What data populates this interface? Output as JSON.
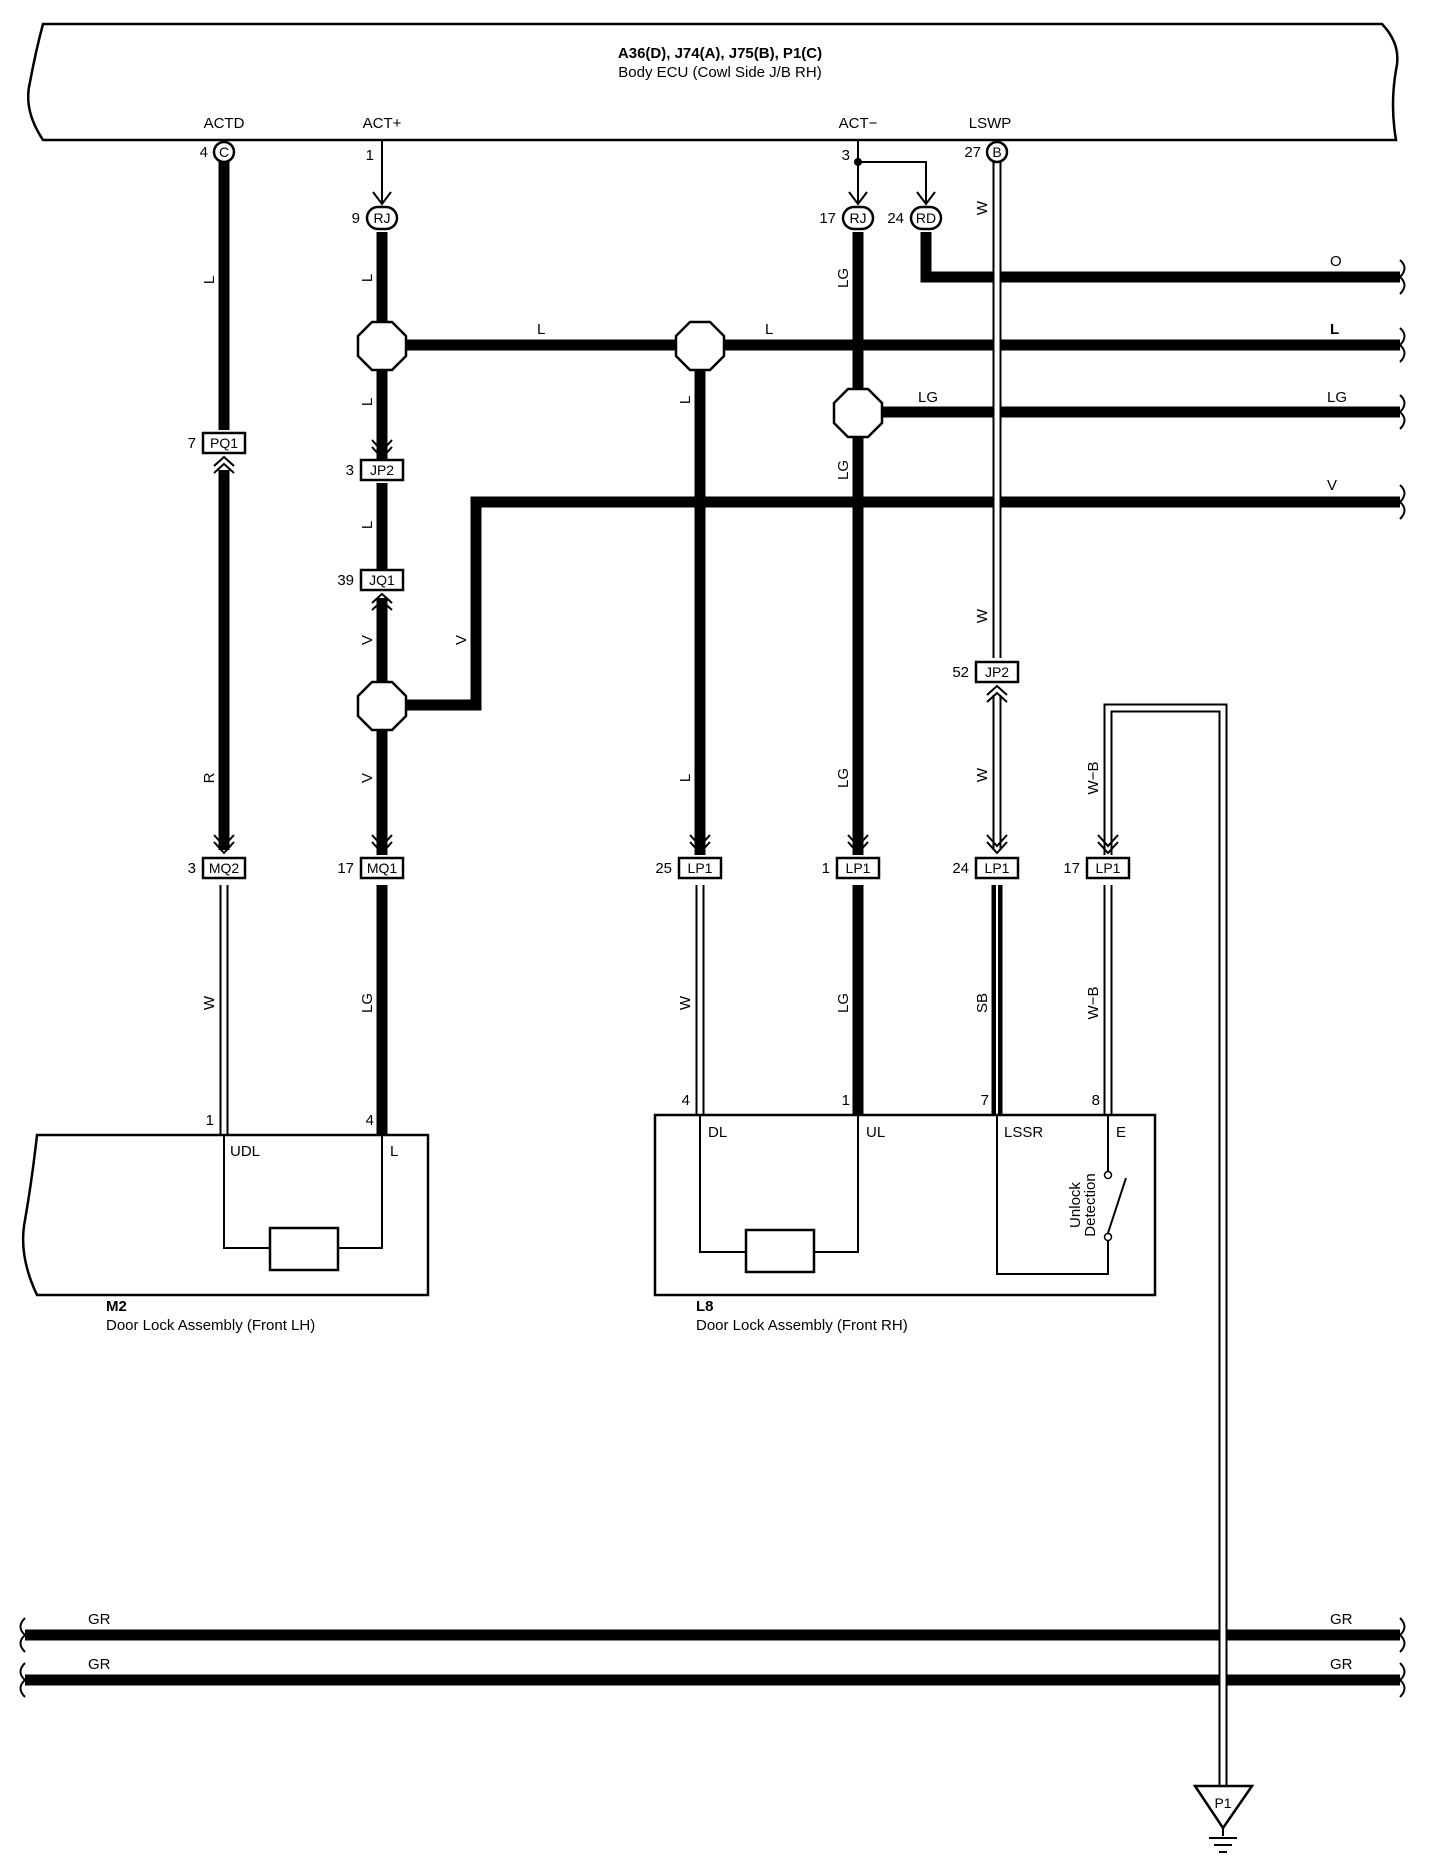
{
  "ecu": {
    "connectors_title": "A36(D), J74(A), J75(B), P1(C)",
    "name": "Body ECU (Cowl Side J/B RH)",
    "terminals": [
      {
        "name": "ACTD",
        "pin": "4",
        "conn": "C"
      },
      {
        "name": "ACT+",
        "pin": "1",
        "conn": ""
      },
      {
        "name": "ACT−",
        "pin": "3",
        "conn": ""
      },
      {
        "name": "LSWP",
        "pin": "27",
        "conn": "B"
      }
    ]
  },
  "junctions": [
    {
      "pin": "9",
      "conn": "RJ"
    },
    {
      "pin": "17",
      "conn": "RJ"
    },
    {
      "pin": "24",
      "conn": "RD"
    }
  ],
  "inline_connectors": [
    {
      "pin": "7",
      "conn": "PQ1"
    },
    {
      "pin": "3",
      "conn": "JP2"
    },
    {
      "pin": "39",
      "conn": "JQ1"
    },
    {
      "pin": "52",
      "conn": "JP2"
    },
    {
      "pin": "3",
      "conn": "MQ2"
    },
    {
      "pin": "17",
      "conn": "MQ1"
    },
    {
      "pin": "25",
      "conn": "LP1"
    },
    {
      "pin": "1",
      "conn": "LP1"
    },
    {
      "pin": "24",
      "conn": "LP1"
    },
    {
      "pin": "17",
      "conn": "LP1"
    }
  ],
  "wire_colors": {
    "l": "L",
    "lg": "LG",
    "o": "O",
    "v": "V",
    "r": "R",
    "w": "W",
    "sb": "SB",
    "wb": "W−B",
    "gr": "GR"
  },
  "components": [
    {
      "ref": "M2",
      "name": "Door Lock Assembly (Front LH)",
      "terminals": [
        {
          "pin": "1",
          "name": "UDL"
        },
        {
          "pin": "4",
          "name": "L"
        }
      ]
    },
    {
      "ref": "L8",
      "name": "Door Lock Assembly (Front RH)",
      "terminals": [
        {
          "pin": "4",
          "name": "DL"
        },
        {
          "pin": "1",
          "name": "UL"
        },
        {
          "pin": "7",
          "name": "LSSR"
        },
        {
          "pin": "8",
          "name": "E"
        }
      ],
      "switch_label_1": "Unlock",
      "switch_label_2": "Detection"
    }
  ],
  "ground": {
    "ref": "P1"
  }
}
